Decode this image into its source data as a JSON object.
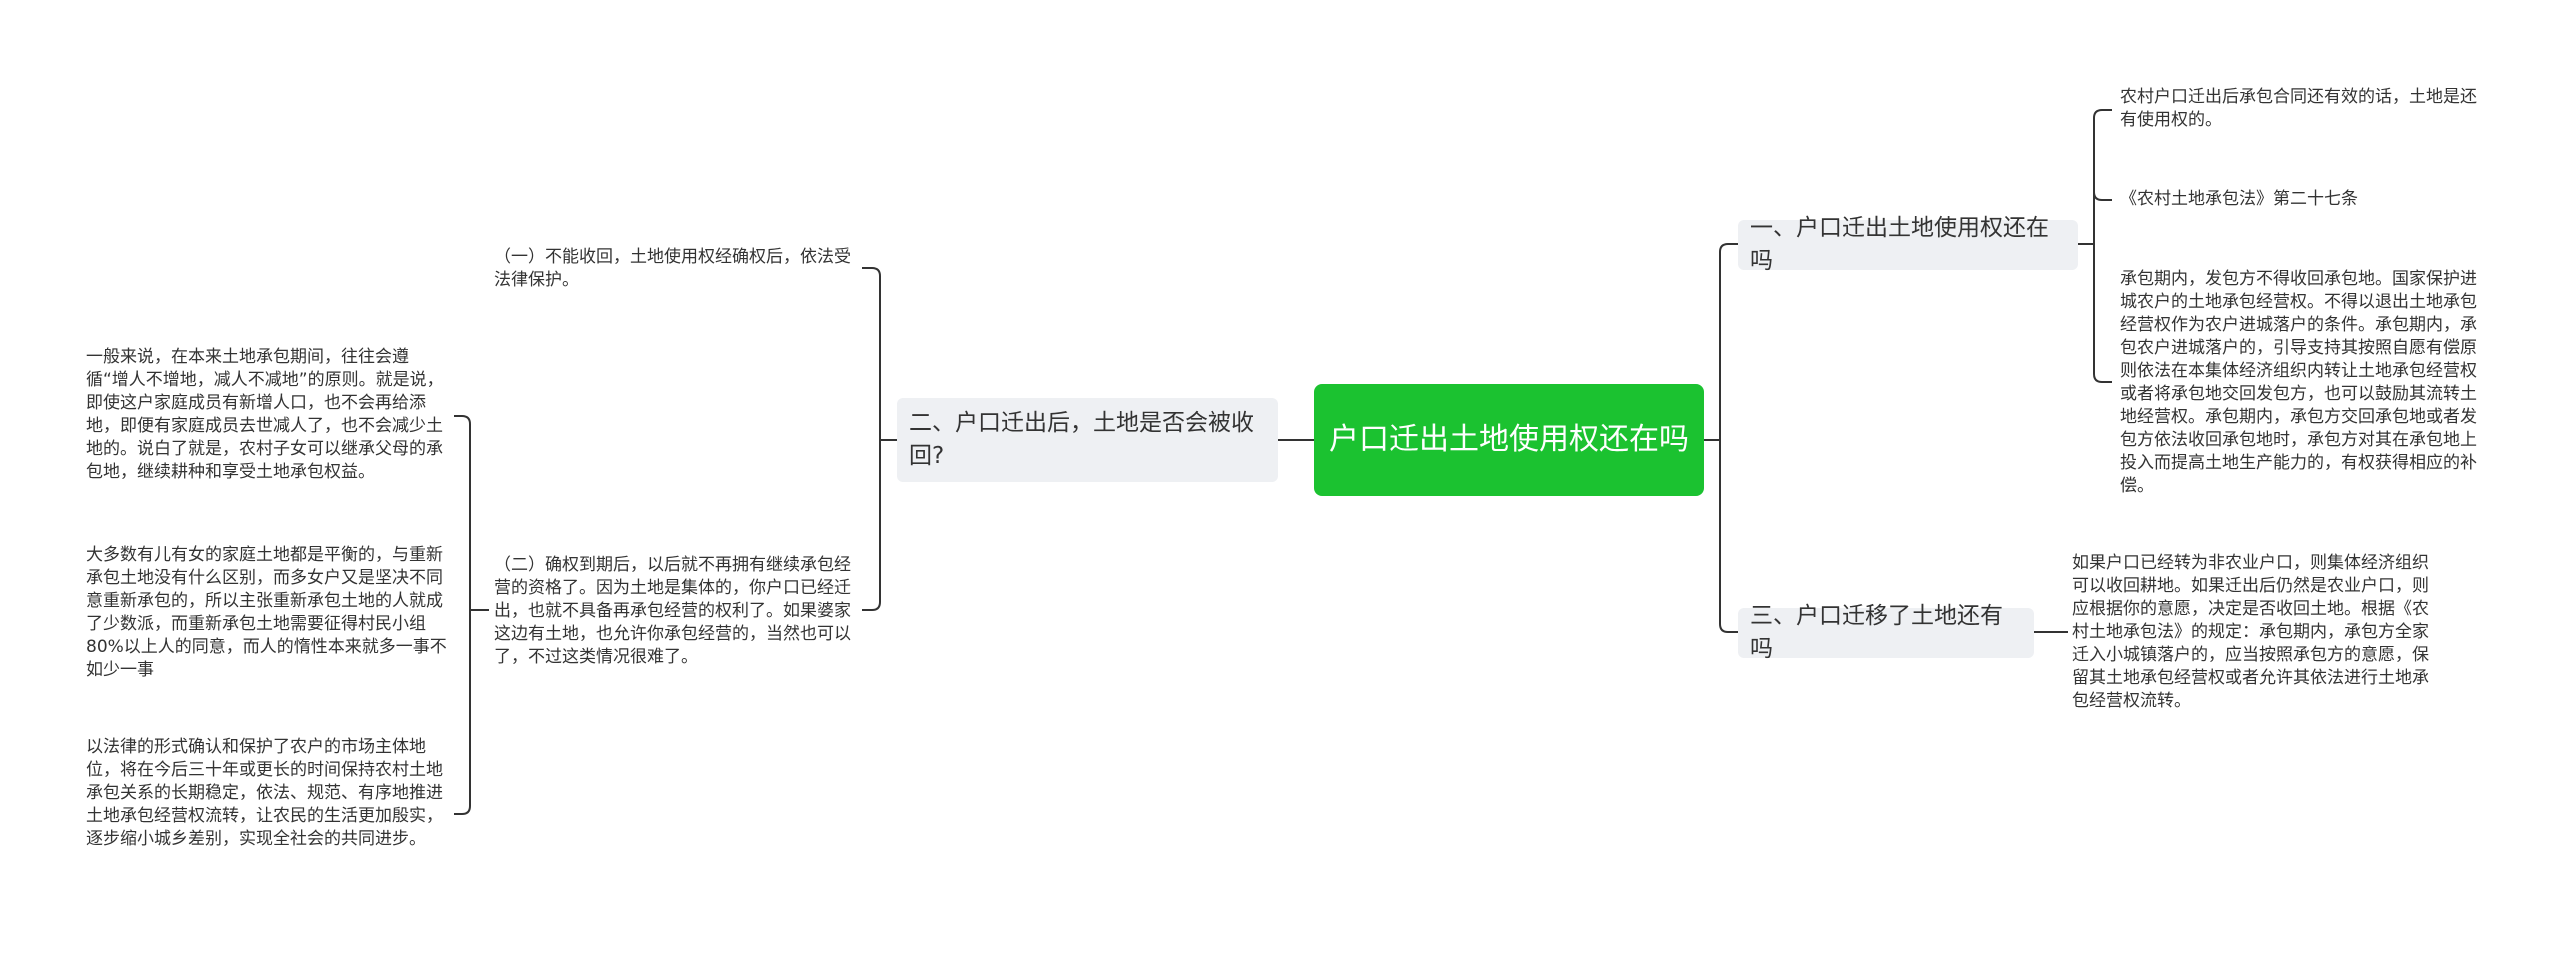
{
  "root": {
    "title": "户口迁出土地使用权还在吗"
  },
  "branches": {
    "r1": {
      "label": "一、户口迁出土地使用权还在吗",
      "leaves": [
        "农村户口迁出后承包合同还有效的话，土地是还有使用权的。",
        "《农村土地承包法》第二十七条",
        "承包期内，发包方不得收回承包地。国家保护进城农户的土地承包经营权。不得以退出土地承包经营权作为农户进城落户的条件。承包期内，承包农户进城落户的，引导支持其按照自愿有偿原则依法在本集体经济组织内转让土地承包经营权或者将承包地交回发包方，也可以鼓励其流转土地经营权。承包期内，承包方交回承包地或者发包方依法收回承包地时，承包方对其在承包地上投入而提高土地生产能力的，有权获得相应的补偿。"
      ]
    },
    "r2": {
      "label": "三、户口迁移了土地还有吗",
      "leaves": [
        "如果户口已经转为非农业户口，则集体经济组织可以收回耕地。如果迁出后仍然是农业户口，则应根据你的意愿，决定是否收回土地。根据《农村土地承包法》的规定：承包期内，承包方全家迁入小城镇落户的，应当按照承包方的意愿，保留其土地承包经营权或者允许其依法进行土地承包经营权流转。"
      ]
    },
    "l1": {
      "label": "二、户口迁出后，土地是否会被收回?",
      "children": [
        {
          "label": "（一）不能收回，土地使用权经确权后，依法受法律保护。"
        },
        {
          "label": "（二）确权到期后，以后就不再拥有继续承包经营的资格了。因为土地是集体的，你户口已经迁出，也就不具备再承包经营的权利了。如果婆家这边有土地，也允许你承包经营的，当然也可以了，不过这类情况很难了。"
        }
      ],
      "far_leaves": [
        "一般来说，在本来土地承包期间，往往会遵循“增人不增地，减人不减地”的原则。就是说，即使这户家庭成员有新增人口，也不会再给添地，即便有家庭成员去世减人了，也不会减少土地的。说白了就是，农村子女可以继承父母的承包地，继续耕种和享受土地承包权益。",
        "大多数有儿有女的家庭土地都是平衡的，与重新承包土地没有什么区别，而多女户又是坚决不同意重新承包的，所以主张重新承包土地的人就成了少数派，而重新承包土地需要征得村民小组80%以上人的同意，而人的惰性本来就多一事不如少一事",
        "以法律的形式确认和保护了农户的市场主体地位，将在今后三十年或更长的时间保持农村土地承包关系的长期稳定，依法、规范、有序地推进土地承包经营权流转，让农民的生活更加殷实，逐步缩小城乡差别，实现全社会的共同进步。"
      ]
    }
  }
}
